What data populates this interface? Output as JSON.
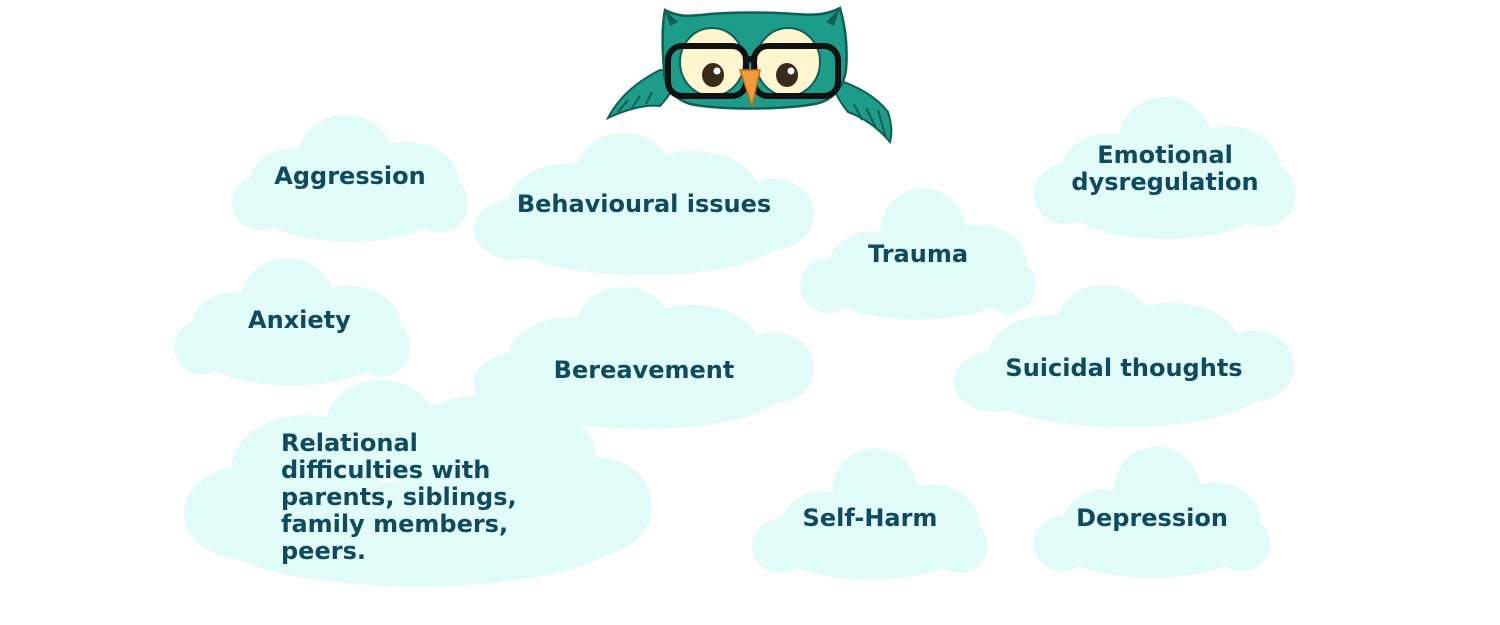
{
  "colors": {
    "cloud": "#e0fbf8",
    "text": "#0f4a5e",
    "owl_body": "#1e9c8a",
    "owl_dark": "#0f5f55",
    "owl_beak": "#f39a3b",
    "glasses": "#111111"
  },
  "mascot": {
    "icon": "owl-with-glasses-icon"
  },
  "topics": [
    {
      "label": "Aggression"
    },
    {
      "label": "Behavioural issues"
    },
    {
      "label": "Trauma"
    },
    {
      "label": "Emotional dysregulation"
    },
    {
      "label": "Anxiety"
    },
    {
      "label": "Bereavement"
    },
    {
      "label": "Suicidal thoughts"
    },
    {
      "label": "Relational difficulties with parents, siblings, family members, peers."
    },
    {
      "label": "Self-Harm"
    },
    {
      "label": "Depression"
    }
  ]
}
